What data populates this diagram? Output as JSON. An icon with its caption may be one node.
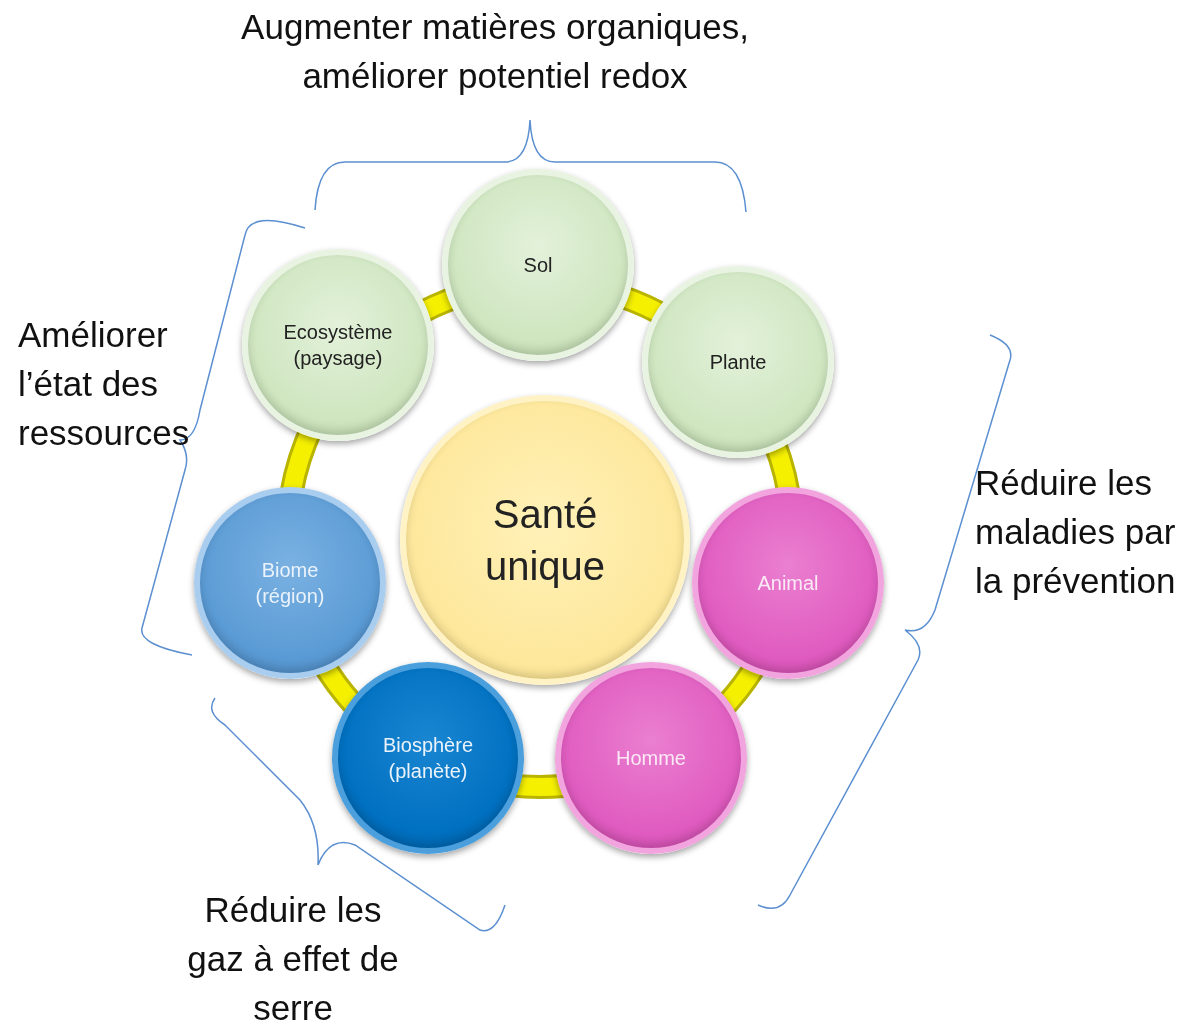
{
  "diagram": {
    "nodes": [
      {
        "text": [
          "Sol"
        ]
      },
      {
        "text": [
          "Ecosystème (paysage)"
        ]
      },
      {
        "text": [
          "Plante"
        ]
      },
      {
        "text": [
          "Santé unique"
        ]
      },
      {
        "text": [
          "Biome (région)"
        ]
      },
      {
        "text": [
          "Animal"
        ]
      },
      {
        "text": [
          "Biosphère (planète)"
        ]
      },
      {
        "text": [
          "Homme"
        ]
      }
    ],
    "labels": [
      "Augmenter matières organiques, améliorer potentiel redox",
      "Améliorer l’état des ressources",
      "Réduire les maladies par la prévention",
      "Réduire les gaz à effet de serre"
    ]
  }
}
